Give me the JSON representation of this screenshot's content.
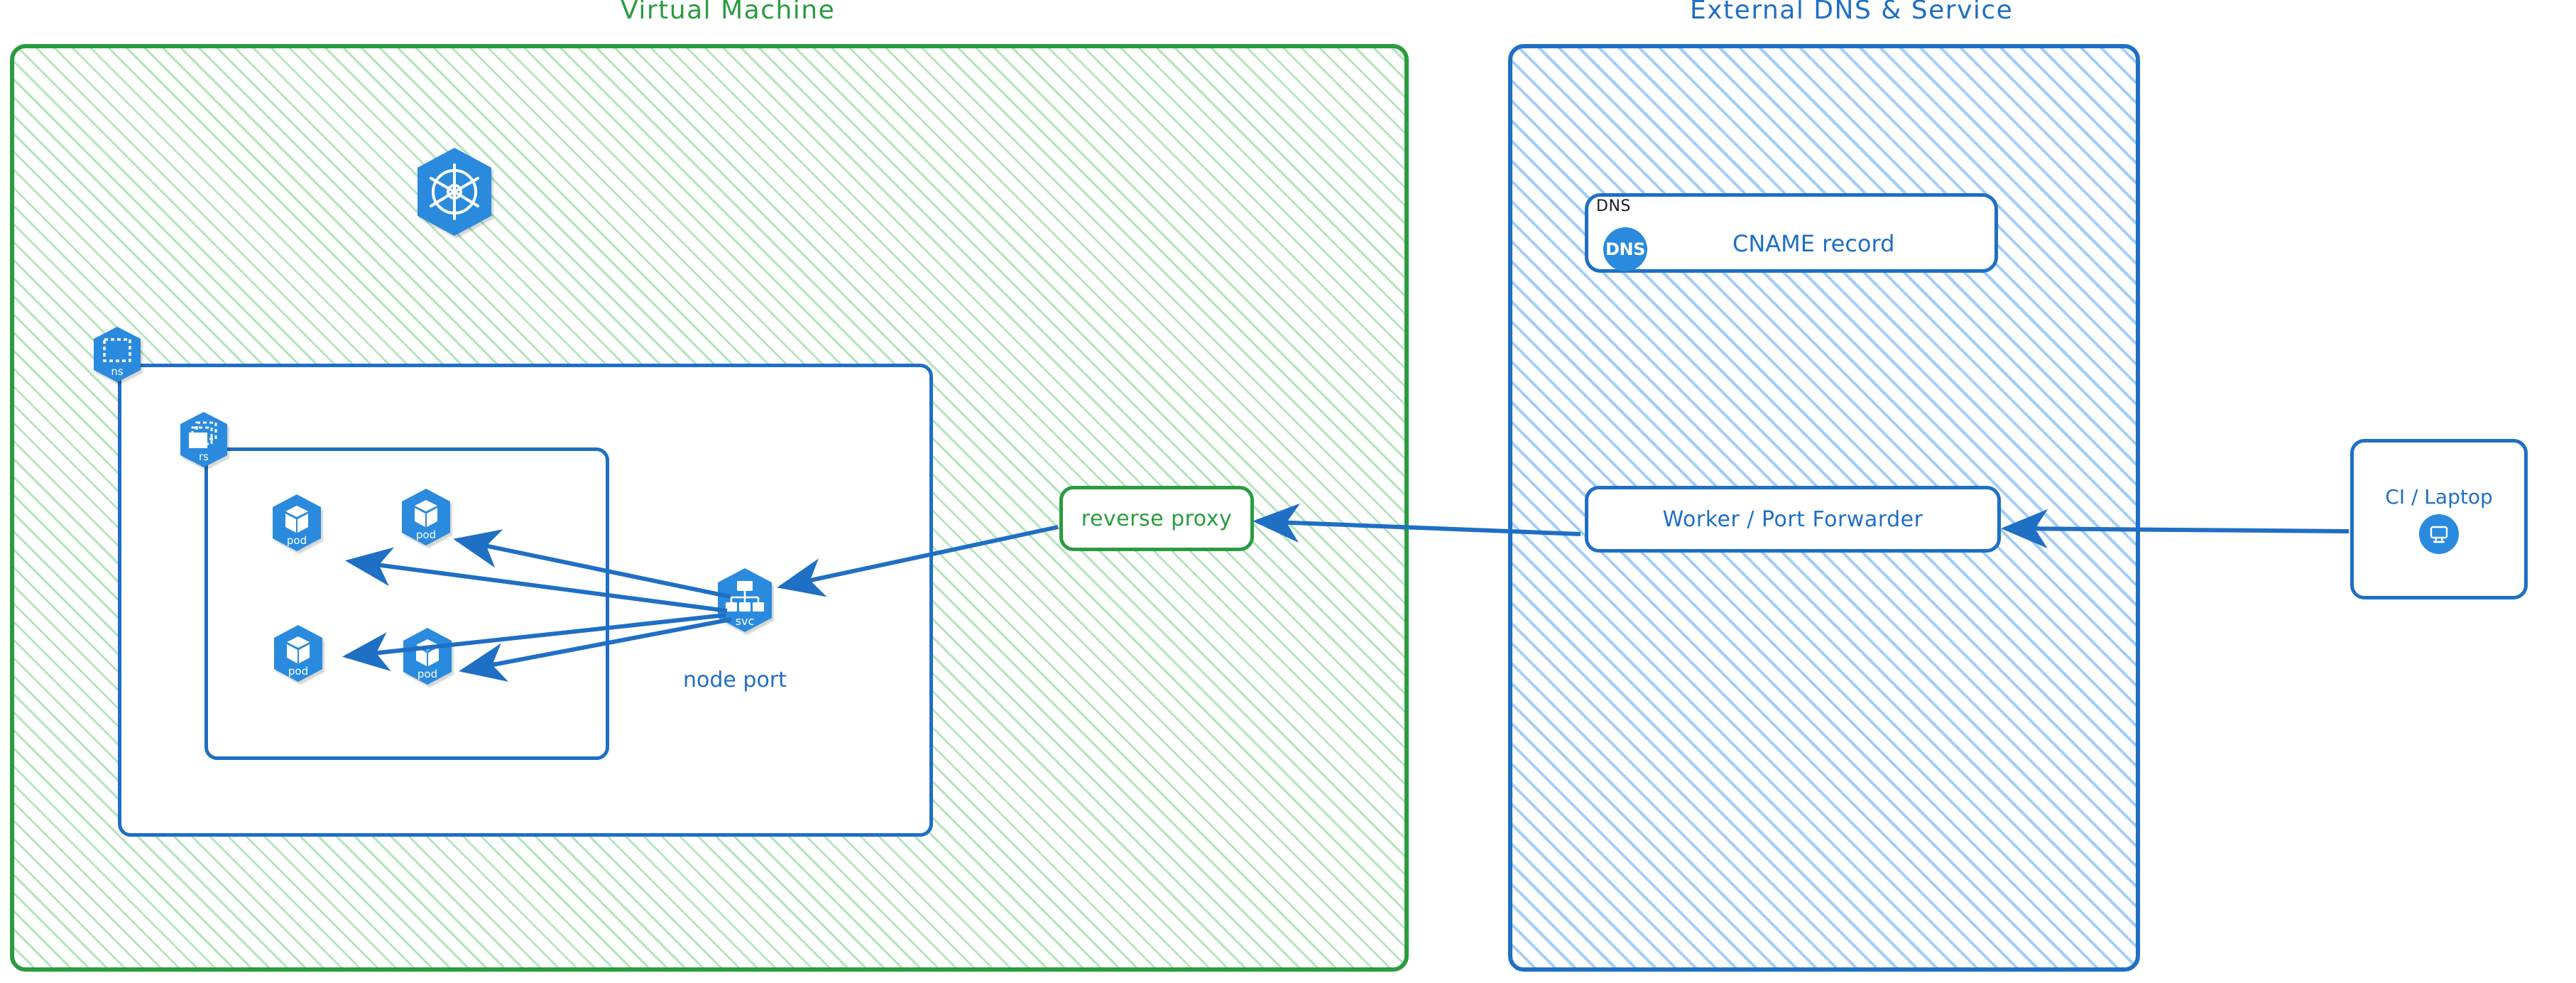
{
  "diagram": {
    "title_vm": "Virtual Machine",
    "title_external": "External DNS & Service"
  },
  "vm": {
    "group_label": "Virtual Machine",
    "color": "#2a9c3f",
    "k8s_logo_name": "kubernetes-wheel-logo",
    "namespace": {
      "badge_label": "ns",
      "icon": "namespace-dashed-square-icon"
    },
    "replicaset": {
      "badge_label": "rs",
      "icon": "replicaset-stacked-boxes-icon"
    },
    "pods": [
      {
        "badge_label": "pod",
        "icon": "pod-cube-icon"
      },
      {
        "badge_label": "pod",
        "icon": "pod-cube-icon"
      },
      {
        "badge_label": "pod",
        "icon": "pod-cube-icon"
      },
      {
        "badge_label": "pod",
        "icon": "pod-cube-icon"
      }
    ],
    "service": {
      "badge_label": "svc",
      "icon": "service-tree-icon",
      "caption": "node port"
    },
    "reverse_proxy": {
      "label": "reverse proxy",
      "color": "#2a9c3f"
    }
  },
  "external": {
    "group_label": "External DNS & Service",
    "color": "#1f6fc4",
    "dns_card": {
      "tag": "DNS",
      "badge_text": "DNS",
      "label": "CNAME record"
    },
    "worker": {
      "label": "Worker / Port Forwarder"
    }
  },
  "client": {
    "label": "CI / Laptop",
    "icon": "desktop-monitor-icon"
  },
  "connections": [
    {
      "from": "svc",
      "to": "pod-1",
      "style": "arrow"
    },
    {
      "from": "svc",
      "to": "pod-2",
      "style": "arrow"
    },
    {
      "from": "svc",
      "to": "pod-3",
      "style": "arrow"
    },
    {
      "from": "svc",
      "to": "pod-4",
      "style": "arrow"
    },
    {
      "from": "reverse-proxy",
      "to": "svc",
      "style": "arrow"
    },
    {
      "from": "worker",
      "to": "reverse-proxy",
      "style": "arrow"
    },
    {
      "from": "ci-laptop",
      "to": "worker",
      "style": "arrow"
    }
  ],
  "colors": {
    "green": "#2a9c3f",
    "blue": "#1f6fc4",
    "k8s_blue": "#2a8bde",
    "hatch_green": "#78cd87",
    "hatch_blue": "#82bef5"
  }
}
